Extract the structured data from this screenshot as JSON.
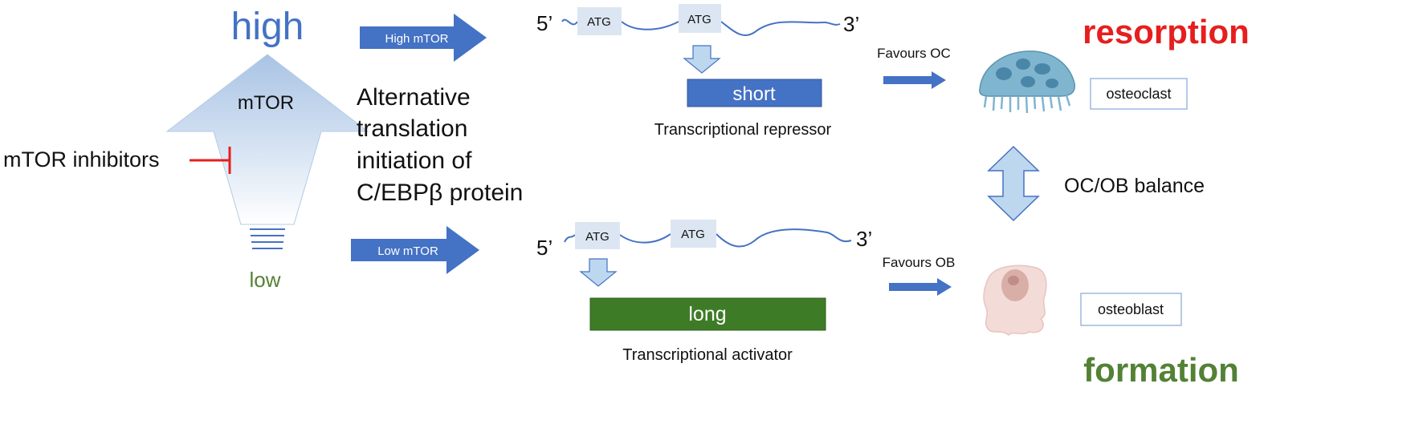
{
  "left": {
    "high_label": "high",
    "low_label": "low",
    "mtor_label": "mTOR",
    "inhibitors_label": "mTOR inhibitors",
    "alt_text": [
      "Alternative",
      "translation",
      "initiation of",
      "C/EBPβ protein"
    ]
  },
  "arrows": {
    "high_mtor": "High mTOR",
    "low_mtor": "Low mTOR"
  },
  "mrna_top": {
    "five_prime": "5’",
    "three_prime": "3’",
    "atg_1": "ATG",
    "atg_2": "ATG",
    "isoform": "short",
    "caption": "Transcriptional repressor"
  },
  "mrna_bottom": {
    "five_prime": "5’",
    "three_prime": "3’",
    "atg_1": "ATG",
    "atg_2": "ATG",
    "isoform": "long",
    "caption": "Transcriptional activator"
  },
  "right": {
    "favours_oc": "Favours OC",
    "favours_ob": "Favours OB",
    "osteoclast": "osteoclast",
    "osteoblast": "osteoblast",
    "balance": "OC/OB balance",
    "resorption": "resorption",
    "formation": "formation"
  },
  "colors": {
    "blue_arrow": "#4472C4",
    "light_blue": "#BDD7EE",
    "atg_box": "#DCE6F2",
    "red": "#E61E1E",
    "green": "#538135",
    "green_bar": "#3E7B27",
    "high_text": "#4472C4",
    "low_text": "#548235"
  }
}
